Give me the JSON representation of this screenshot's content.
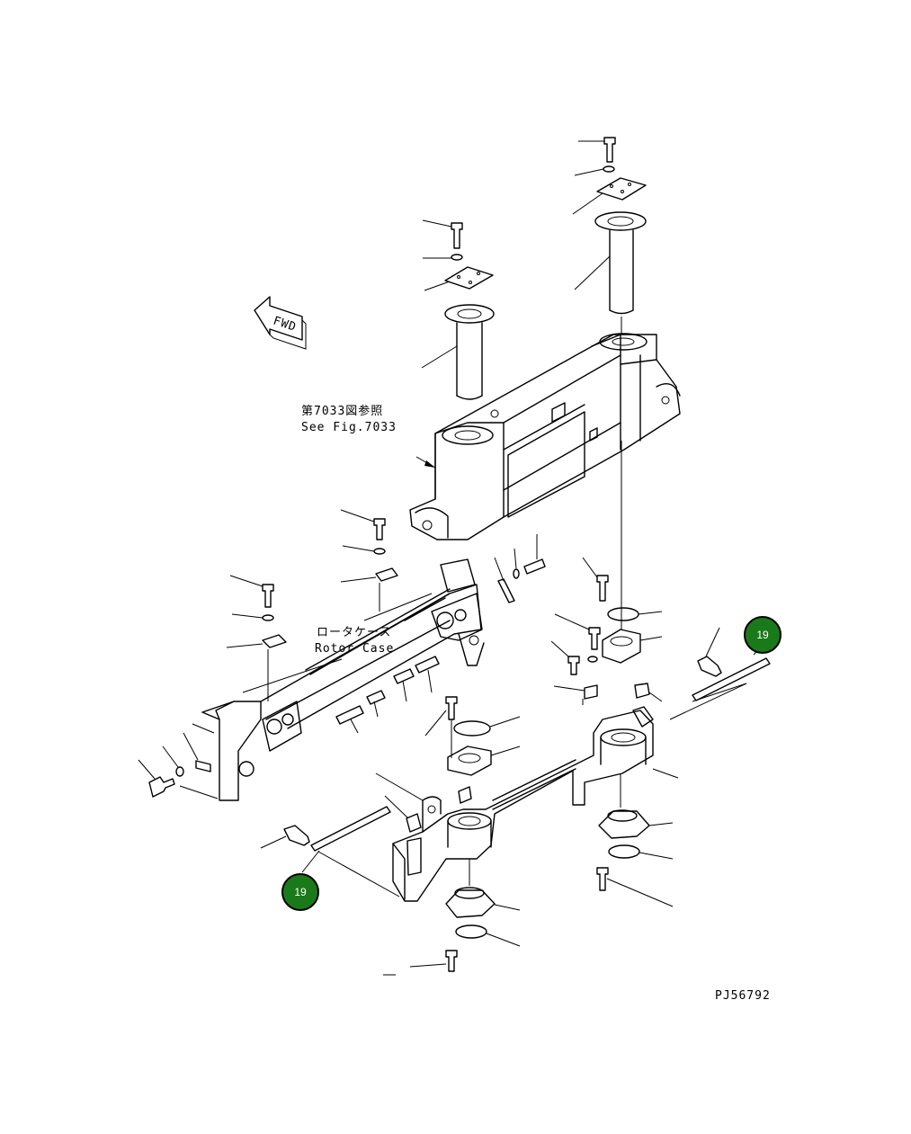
{
  "labels": {
    "fwd": "FWD",
    "ref_jp": "第7033図参照",
    "ref_en": "See Fig.7033",
    "rotor_jp": "ロータケース",
    "rotor_en": "Rotor Case",
    "drawing_no": "PJ56792"
  },
  "callouts": [
    {
      "number": "19",
      "color": "#1a7a1a"
    },
    {
      "number": "19",
      "color": "#1a7a1a"
    }
  ]
}
